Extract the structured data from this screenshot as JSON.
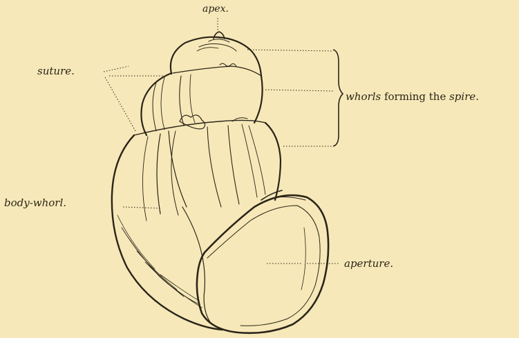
{
  "labels": {
    "apex": "apex.",
    "suture": "suture.",
    "body_whorl": "body-whorl.",
    "aperture": "aperture.",
    "spire": {
      "term1": "whorls",
      "middle": " forming the ",
      "term2": "spire."
    }
  },
  "colors": {
    "background": "#f6e8b8",
    "ink": "#2a2418"
  }
}
